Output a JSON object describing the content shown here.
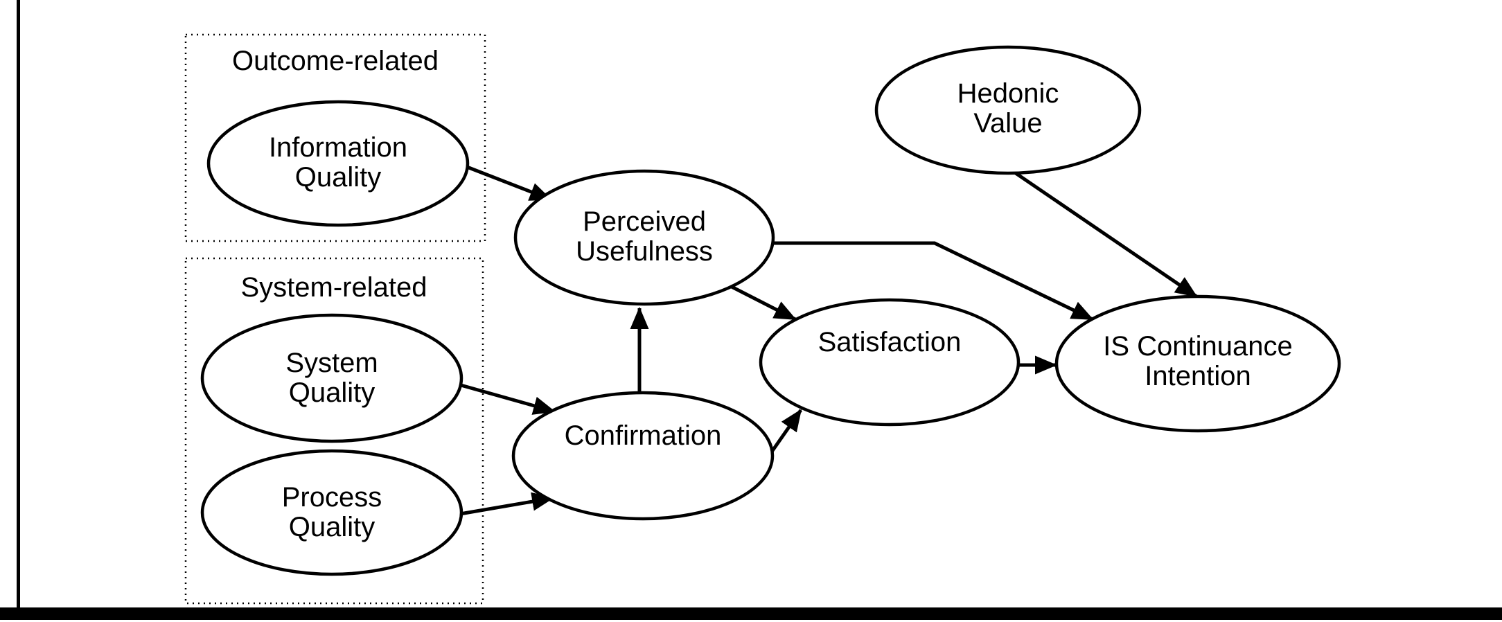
{
  "figure": {
    "background_color": "#ffffff",
    "line_color": "#000000",
    "description_type": "path-diagram"
  },
  "groups": {
    "outcome_related": {
      "label": "Outcome-related"
    },
    "system_related": {
      "label": "System-related"
    }
  },
  "nodes": {
    "information_quality": {
      "lines": [
        "Information",
        "Quality"
      ]
    },
    "system_quality": {
      "lines": [
        "System",
        "Quality"
      ]
    },
    "process_quality": {
      "lines": [
        "Process",
        "Quality"
      ]
    },
    "perceived_usefulness": {
      "lines": [
        "Perceived",
        "Usefulness"
      ]
    },
    "confirmation": {
      "lines": [
        "Confirmation"
      ]
    },
    "satisfaction": {
      "lines": [
        "Satisfaction"
      ]
    },
    "hedonic_value": {
      "lines": [
        "Hedonic",
        "Value"
      ]
    },
    "is_continuance_intention": {
      "lines": [
        "IS Continuance",
        "Intention"
      ]
    }
  },
  "edges": [
    {
      "from": "Information Quality",
      "to": "Perceived Usefulness"
    },
    {
      "from": "System Quality",
      "to": "Confirmation"
    },
    {
      "from": "Process Quality",
      "to": "Confirmation"
    },
    {
      "from": "Confirmation",
      "to": "Perceived Usefulness"
    },
    {
      "from": "Confirmation",
      "to": "Satisfaction"
    },
    {
      "from": "Perceived Usefulness",
      "to": "Satisfaction"
    },
    {
      "from": "Perceived Usefulness",
      "to": "IS Continuance Intention"
    },
    {
      "from": "Hedonic Value",
      "to": "IS Continuance Intention"
    },
    {
      "from": "Satisfaction",
      "to": "IS Continuance Intention"
    }
  ]
}
